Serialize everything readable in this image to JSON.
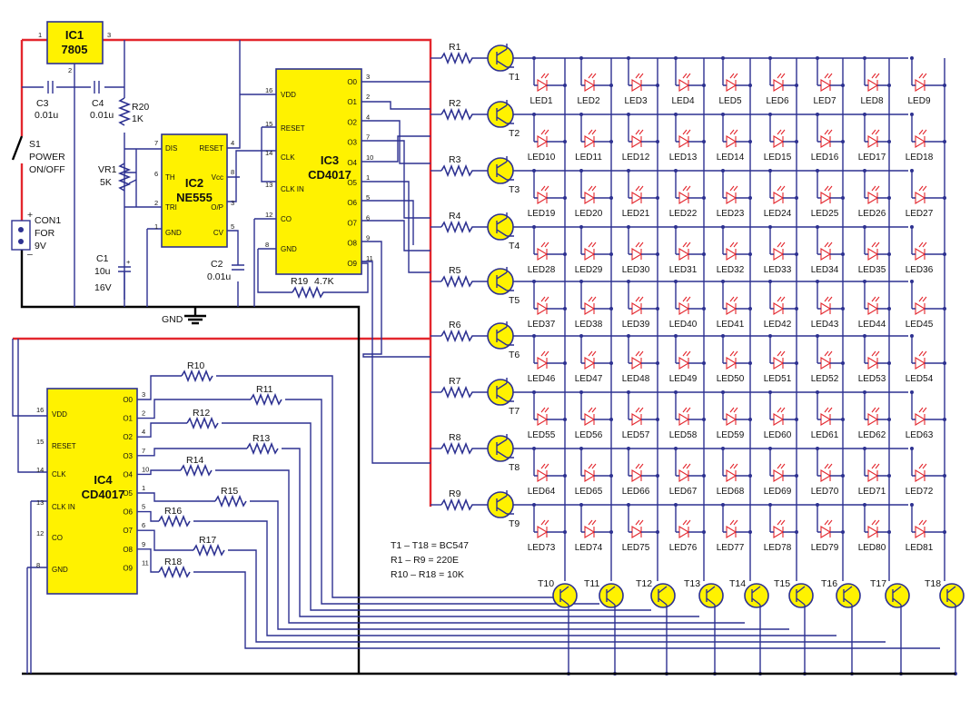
{
  "ic1": {
    "name": "IC1",
    "part": "7805"
  },
  "ic2": {
    "name": "IC2",
    "part": "NE555"
  },
  "ic3": {
    "name": "IC3",
    "part": "CD4017"
  },
  "ic4": {
    "name": "IC4",
    "part": "CD4017"
  },
  "ic2_pins_left": [
    "DIS",
    "TH",
    "TRI",
    "GND"
  ],
  "ic2_pins_right": [
    "RESET",
    "Vcc",
    "O/P",
    "CV"
  ],
  "cd4017_left": [
    "VDD",
    "RESET",
    "CLK",
    "CLK IN",
    "CO",
    "GND"
  ],
  "cd4017_right": [
    "O0",
    "O1",
    "O2",
    "O3",
    "O4",
    "O5",
    "O6",
    "O7",
    "O8",
    "O9"
  ],
  "cd4017_left_nums": [
    "16",
    "15",
    "14",
    "13",
    "12",
    "8"
  ],
  "cd4017_right_nums": [
    "3",
    "2",
    "4",
    "7",
    "10",
    "1",
    "5",
    "6",
    "9",
    "11"
  ],
  "ic2_left_nums": [
    "7",
    "6",
    "2",
    "1"
  ],
  "ic2_right_nums": [
    "4",
    "8",
    "3",
    "5"
  ],
  "ic1_pins": [
    "1",
    "2",
    "3"
  ],
  "c3": {
    "name": "C3",
    "value": "0.01u"
  },
  "c4": {
    "name": "C4",
    "value": "0.01u"
  },
  "r20": {
    "name": "R20",
    "value": "1K"
  },
  "vr1": {
    "name": "VR1",
    "value": "5K"
  },
  "c1": {
    "name": "C1",
    "value": "10u",
    "voltage": "16V"
  },
  "c2": {
    "name": "C2",
    "value": "0.01u"
  },
  "r19": {
    "name": "R19",
    "value": "4.7K"
  },
  "s1": {
    "name": "S1",
    "line1": "POWER",
    "line2": "ON/OFF"
  },
  "con1": {
    "name": "CON1",
    "line1": "FOR",
    "line2": "9V",
    "plus": "+",
    "minus": "–"
  },
  "gnd": "GND",
  "row_resistors": [
    "R1",
    "R2",
    "R3",
    "R4",
    "R5",
    "R6",
    "R7",
    "R8",
    "R9"
  ],
  "row_transistors": [
    "T1",
    "T2",
    "T3",
    "T4",
    "T5",
    "T6",
    "T7",
    "T8",
    "T9"
  ],
  "col_resistors": [
    "R10",
    "R11",
    "R12",
    "R13",
    "R14",
    "R15",
    "R16",
    "R17",
    "R18"
  ],
  "col_transistors": [
    "T10",
    "T11",
    "T12",
    "T13",
    "T14",
    "T15",
    "T16",
    "T17",
    "T18"
  ],
  "notes": [
    "T1 – T18 = BC547",
    "R1 – R9 = 220E",
    "R10 – R18 = 10K"
  ],
  "led_prefix": "LED",
  "led_rows": 9,
  "led_cols": 9,
  "colors": {
    "wire": "#2d3191",
    "power": "#e3262d",
    "ground": "#000000",
    "chip": "#fff200",
    "led": "#e3262d"
  }
}
